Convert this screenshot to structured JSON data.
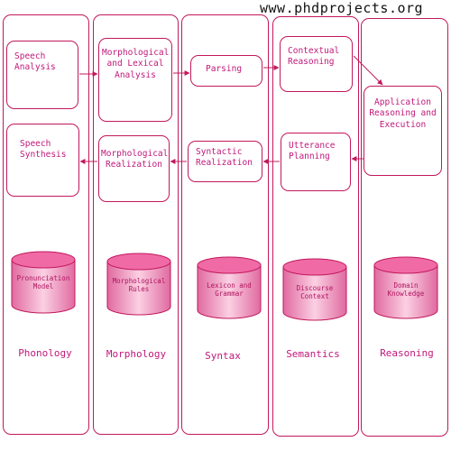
{
  "header": {
    "watermark": "www.phdprojects.org"
  },
  "columns": [
    {
      "label": "Phonology"
    },
    {
      "label": "Morphology"
    },
    {
      "label": "Syntax"
    },
    {
      "label": "Semantics"
    },
    {
      "label": "Reasoning"
    }
  ],
  "boxes": {
    "speech_analysis": "Speech Analysis",
    "morph_lexical": "Morphological and Lexical Analysis",
    "parsing": "Parsing",
    "contextual_reasoning": "Contextual Reasoning",
    "app_reasoning": "Application Reasoning and Execution",
    "utterance_planning": "Utterance Planning",
    "syntactic_realization": "Syntactic Realization",
    "morph_realization": "Morphological Realization",
    "speech_synthesis": "Speech Synthesis"
  },
  "databases": {
    "pronunciation": "Pronunciation Model",
    "morph_rules": "Morphological Rules",
    "lexicon": "Lexicon and Grammar",
    "discourse": "Discourse Context",
    "domain": "Domain Knowledge"
  },
  "colors": {
    "accent": "#c2185b",
    "text": "#c0187a",
    "db_fill": "#f48fb1"
  }
}
